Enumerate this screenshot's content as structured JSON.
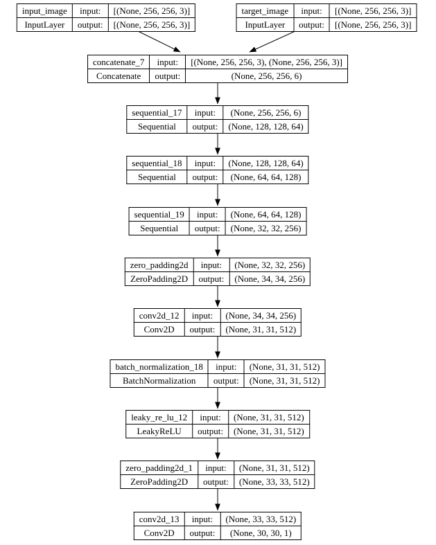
{
  "diagram": {
    "kind": "keras-model-plot",
    "labels": {
      "input": "input:",
      "output": "output:"
    },
    "colors": {
      "border": "#000000",
      "background": "#ffffff",
      "text": "#000000"
    },
    "nodes": [
      {
        "name": "input_image",
        "type": "InputLayer",
        "input": "[(None, 256, 256, 3)]",
        "output": "[(None, 256, 256, 3)]"
      },
      {
        "name": "target_image",
        "type": "InputLayer",
        "input": "[(None, 256, 256, 3)]",
        "output": "[(None, 256, 256, 3)]"
      },
      {
        "name": "concatenate_7",
        "type": "Concatenate",
        "input": "[(None, 256, 256, 3), (None, 256, 256, 3)]",
        "output": "(None, 256, 256, 6)"
      },
      {
        "name": "sequential_17",
        "type": "Sequential",
        "input": "(None, 256, 256, 6)",
        "output": "(None, 128, 128, 64)"
      },
      {
        "name": "sequential_18",
        "type": "Sequential",
        "input": "(None, 128, 128, 64)",
        "output": "(None, 64, 64, 128)"
      },
      {
        "name": "sequential_19",
        "type": "Sequential",
        "input": "(None, 64, 64, 128)",
        "output": "(None, 32, 32, 256)"
      },
      {
        "name": "zero_padding2d",
        "type": "ZeroPadding2D",
        "input": "(None, 32, 32, 256)",
        "output": "(None, 34, 34, 256)"
      },
      {
        "name": "conv2d_12",
        "type": "Conv2D",
        "input": "(None, 34, 34, 256)",
        "output": "(None, 31, 31, 512)"
      },
      {
        "name": "batch_normalization_18",
        "type": "BatchNormalization",
        "input": "(None, 31, 31, 512)",
        "output": "(None, 31, 31, 512)"
      },
      {
        "name": "leaky_re_lu_12",
        "type": "LeakyReLU",
        "input": "(None, 31, 31, 512)",
        "output": "(None, 31, 31, 512)"
      },
      {
        "name": "zero_padding2d_1",
        "type": "ZeroPadding2D",
        "input": "(None, 31, 31, 512)",
        "output": "(None, 33, 33, 512)"
      },
      {
        "name": "conv2d_13",
        "type": "Conv2D",
        "input": "(None, 33, 33, 512)",
        "output": "(None, 30, 30, 1)"
      }
    ]
  }
}
